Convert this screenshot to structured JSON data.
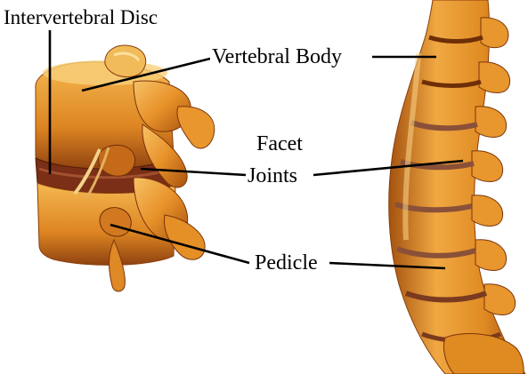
{
  "labels": {
    "intervertebral_disc": "Intervertebral Disc",
    "vertebral_body": "Vertebral Body",
    "facet_line1": "Facet",
    "facet_line2": "Joints",
    "pedicle": "Pedicle"
  },
  "colors": {
    "bone_light": "#f3b04a",
    "bone_mid": "#e08a22",
    "bone_dark": "#9a4a10",
    "bone_shadow": "#6e2e08",
    "disc": "#7a2f16",
    "leader_line": "#000000",
    "background": "#ffffff"
  }
}
